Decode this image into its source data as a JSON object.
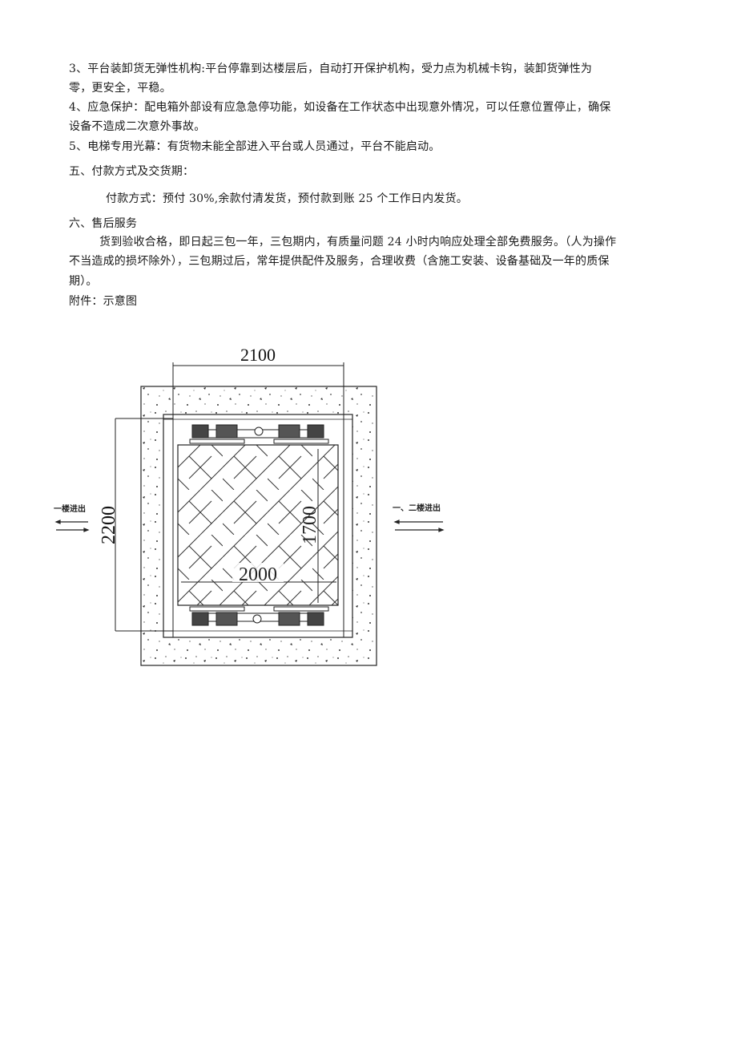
{
  "document": {
    "paragraphs": [
      {
        "id": "p3a",
        "text": "3、平台装卸货无弹性机构:平台停靠到达楼层后，自动打开保护机构，受力点为机械卡钩，装卸货弹性为"
      },
      {
        "id": "p3b",
        "text": "零，更安全，平稳。"
      },
      {
        "id": "p4a",
        "text": "4、应急保护：配电箱外部设有应急急停功能，如设备在工作状态中出现意外情况，可以任意位置停止，确保"
      },
      {
        "id": "p4b",
        "text": "设备不造成二次意外事故。"
      },
      {
        "id": "p5",
        "text": "5、电梯专用光幕：有货物未能全部进入平台或人员通过，平台不能启动。"
      },
      {
        "id": "h5",
        "text": "五、付款方式及交货期："
      },
      {
        "id": "pay",
        "text": "付款方式：预付 30%,余款付清发货，预付款到账 25 个工作日内发货。"
      },
      {
        "id": "h6",
        "text": "六、售后服务"
      },
      {
        "id": "svc1",
        "text": "货到验收合格，即日起三包一年，三包期内，有质量问题 24 小时内响应处理全部免费服务。（人为操作"
      },
      {
        "id": "svc2",
        "text": "不当造成的损坏除外），三包期过后，常年提供配件及服务，合理收费（含施工安装、设备基础及一年的质保"
      },
      {
        "id": "svc3",
        "text": "期）。"
      },
      {
        "id": "attach",
        "text": "附件：示意图"
      }
    ]
  },
  "diagram": {
    "dim_top": "2100",
    "dim_left": "2200",
    "dim_inner_vertical": "1700",
    "dim_inner_horizontal": "2000",
    "label_left": "一楼进出",
    "label_right": "一、二楼进出",
    "colors": {
      "line": "#222222",
      "concrete_dot": "#333333"
    }
  }
}
